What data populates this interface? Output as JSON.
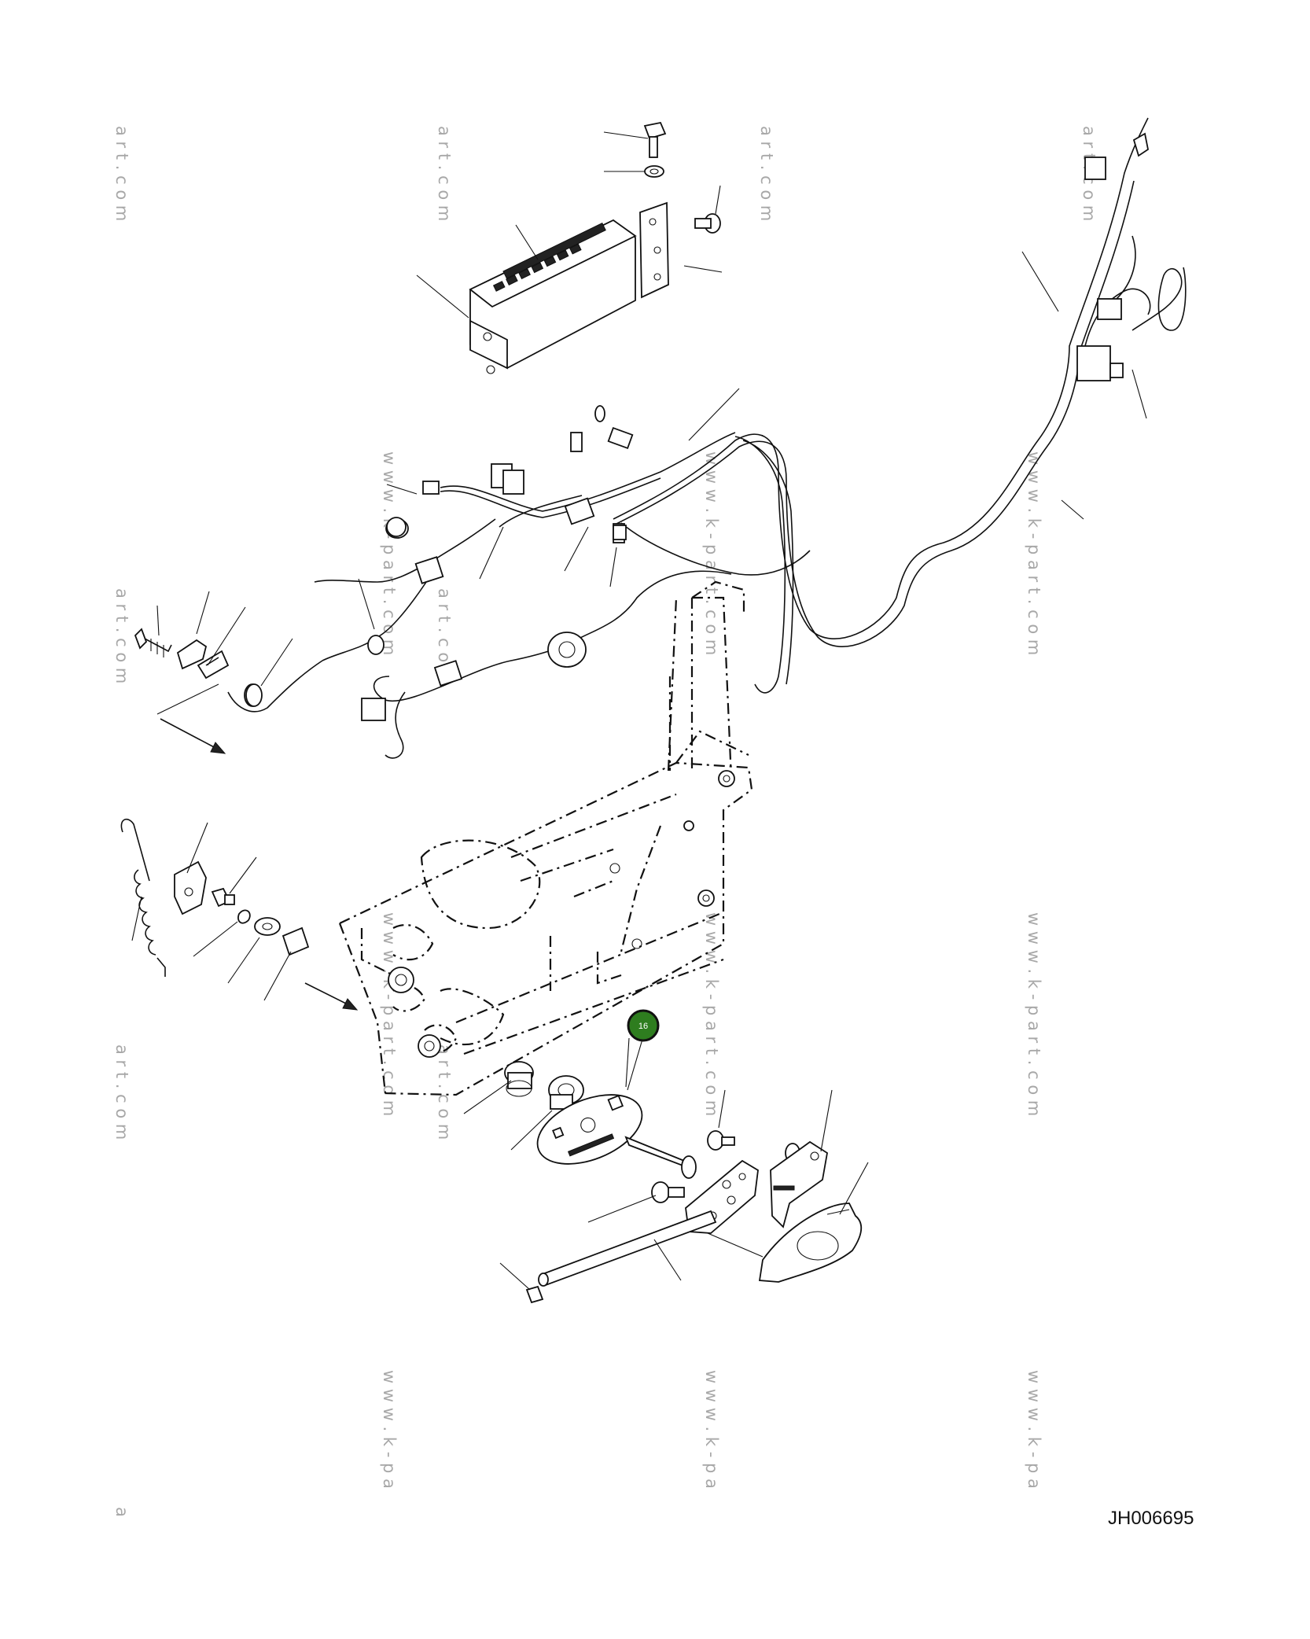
{
  "drawing_id": "JH006695",
  "callout": {
    "label": "16",
    "color": "#2e7d1f",
    "ring_color": "#111111"
  },
  "watermark_color": "#a8a8a8",
  "watermarks": {
    "art_com": "a r t . c o m",
    "www_k_part_com": "w w w . k - p a r t . c o m",
    "www_k_pa": "w w w . k - p a",
    "a_only": "a"
  }
}
